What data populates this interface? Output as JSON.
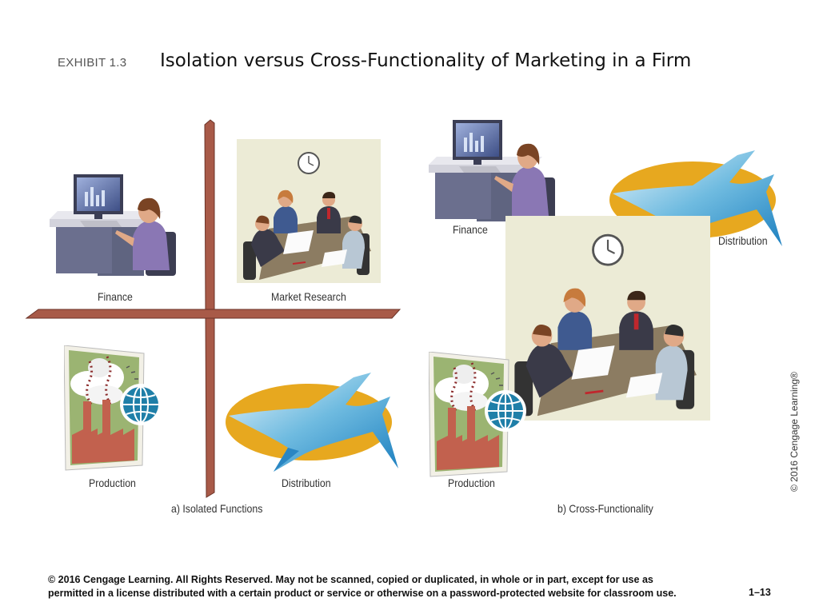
{
  "header": {
    "exhibit": "EXHIBIT 1.3",
    "title": "Isolation versus Cross-Functionality of Marketing in a Firm"
  },
  "panel_a": {
    "caption": "a) Isolated Functions",
    "finance": "Finance",
    "market_research": "Market Research",
    "production": "Production",
    "distribution": "Distribution"
  },
  "panel_b": {
    "caption": "b) Cross-Functionality",
    "finance": "Finance",
    "distribution": "Distribution",
    "production": "Production"
  },
  "credit": "© 2016 Cengage Learning®",
  "footer": {
    "line1": "© 2016 Cengage Learning. All Rights Reserved. May not be scanned, copied or duplicated, in whole or in part, except for use as",
    "line2": "permitted in a license distributed with a certain product or service or otherwise on a password-protected website for classroom use.",
    "page": "1–13"
  },
  "colors": {
    "wall": "#a85a48",
    "room_bg": "#ecebd6",
    "distribution_ellipse": "#e7a81f",
    "airplane": "#5aaed8",
    "factory_bg": "#9bb472",
    "factory": "#c2614e",
    "globe": "#1f7fa8"
  },
  "icons": [
    "computer-desk-icon",
    "meeting-room-icon",
    "clock-icon",
    "factory-icon",
    "globe-icon",
    "airplane-icon"
  ]
}
